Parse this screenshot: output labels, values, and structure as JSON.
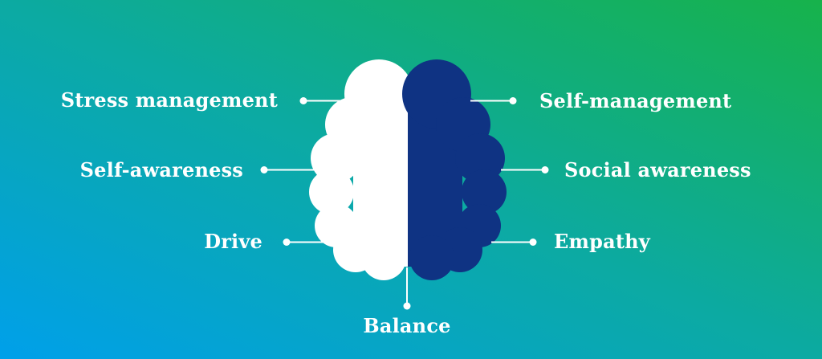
{
  "background": {
    "gradient_start_color": "#00a0ea",
    "gradient_mid_color": "#0caaa2",
    "gradient_end_color": "#17b24b"
  },
  "brain": {
    "left_hemisphere_color": "#ffffff",
    "right_hemisphere_color": "#0f3383",
    "connector_color": "#ffffff"
  },
  "labels": {
    "left": [
      {
        "label": "Stress management"
      },
      {
        "label": "Self-awareness"
      },
      {
        "label": "Drive"
      }
    ],
    "right": [
      {
        "label": "Self-management"
      },
      {
        "label": "Social awareness"
      },
      {
        "label": "Empathy"
      }
    ],
    "bottom": {
      "label": "Balance"
    }
  }
}
